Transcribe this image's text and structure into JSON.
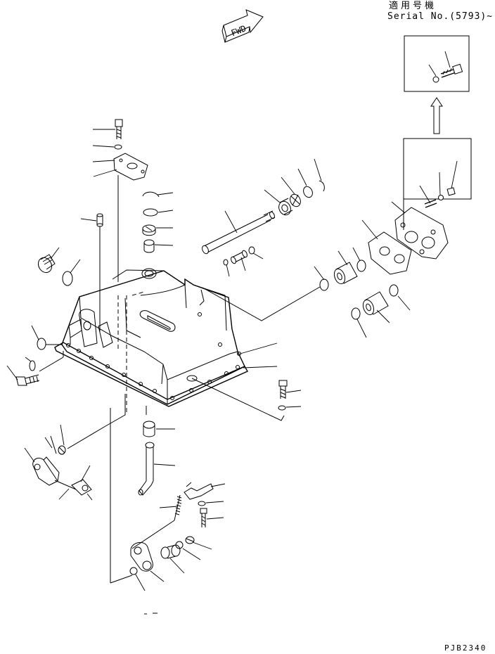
{
  "header": {
    "applicable_models": "適用号機",
    "serial": "Serial No.(5793)~"
  },
  "direction_marker": "FWD",
  "drawing_id": "PJB2340",
  "colors": {
    "ink": "#000000",
    "paper": "#ffffff"
  }
}
